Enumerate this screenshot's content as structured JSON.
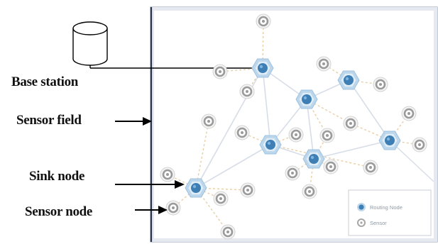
{
  "labels": {
    "base_station": "Base station",
    "sensor_field": "Sensor field",
    "sink_node": "Sink node",
    "sensor_node": "Sensor node"
  },
  "legend": {
    "routing_node": "Routing Node",
    "sensor": "Sensor"
  },
  "colors": {
    "routing_node_fill": "#3d7fb5",
    "routing_node_halo": "#bcd7ec",
    "sensor_ring": "#9a9a9a",
    "route_line": "#d7dde8",
    "sensor_link": "#e8cfa6",
    "field_border": "#8f9fc0",
    "arrow": "#000000"
  },
  "icons": {
    "base_station": "database-cylinder-icon",
    "routing_node": "hexagon-node-icon",
    "sensor": "concentric-ring-icon"
  }
}
